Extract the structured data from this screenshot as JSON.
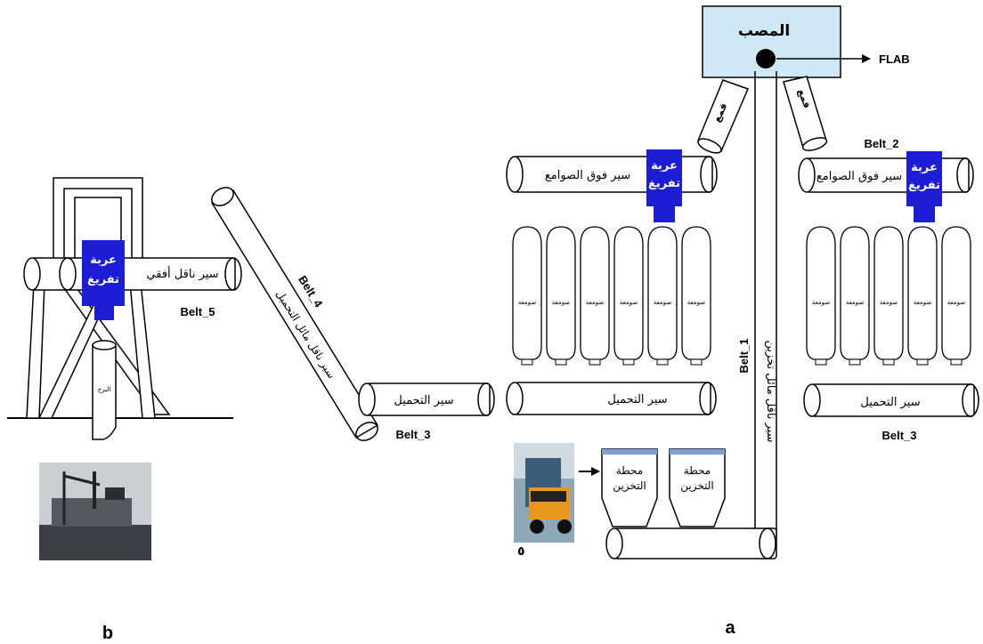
{
  "panel_a": {
    "caption": "a",
    "hopper_label": "المصب",
    "flab_label": "FLAB",
    "chute_label": "قمع",
    "belt_1": "Belt_1",
    "belt_1_ar": "سير ناقل مائل تخزين",
    "belt_2": "Belt_2",
    "belt_3": "Belt_3",
    "over_silos_belt": "سير فوق الصوامع",
    "unload_cart_line1": "عربة",
    "unload_cart_line2": "تفريغ",
    "silo_label": "صومعة",
    "loading_belt": "سير التحميل",
    "storage_station_line1": "محطة",
    "storage_station_line2": "التخزين",
    "truck_number": "٥"
  },
  "panel_b": {
    "caption": "b",
    "horizontal_belt": "سير ناقل أفقي",
    "belt_5": "Belt_5",
    "belt_4": "Belt_4",
    "belt_4_ar": "سير ناقل مائل التحميل",
    "loading_belt": "سير التحميل",
    "belt_3": "Belt_3",
    "tower_label": "البرج",
    "unload_cart_line1": "عربة",
    "unload_cart_line2": "تفريغ"
  },
  "colors": {
    "hopper_fill": "#cfe8f3",
    "cart_fill": "#1d1dd6",
    "line": "#000000"
  }
}
